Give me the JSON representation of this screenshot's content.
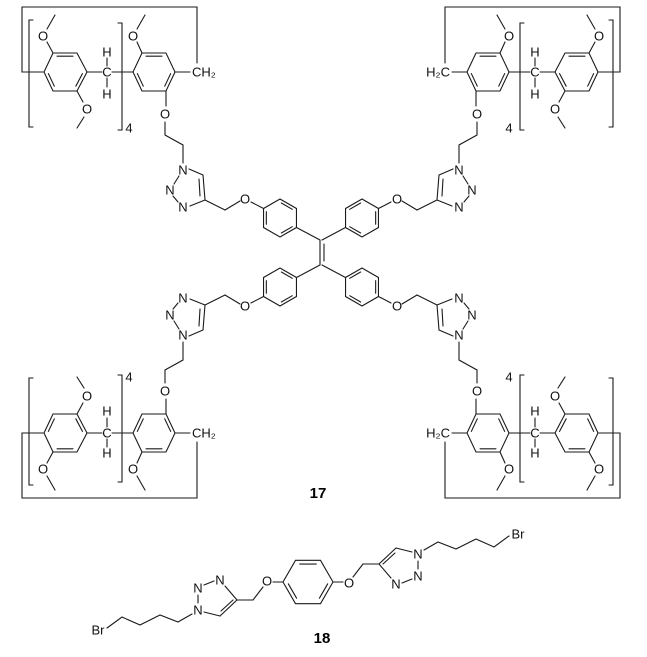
{
  "figure": {
    "compounds": [
      {
        "id_label": "17",
        "description_text": null
      },
      {
        "id_label": "18",
        "description_text": null
      }
    ],
    "atoms": {
      "oxygen": "O",
      "nitrogen": "N",
      "hydrogen": "H",
      "carbon": "C",
      "methylene_right": "CH₂",
      "methylene_left": "H₂C",
      "bromine": "Br"
    },
    "repeat_count": "4"
  }
}
